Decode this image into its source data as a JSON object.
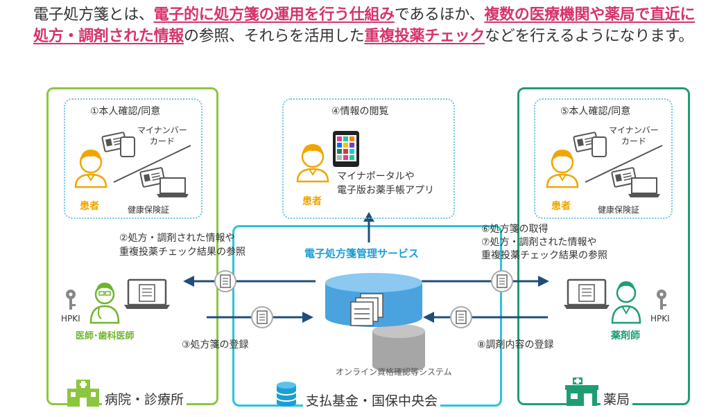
{
  "header": {
    "p1": "電子処方箋とは、",
    "h1": "電子的に処方箋の運用を行う仕組み",
    "p2": "であるほか、",
    "h2": "複数の医療機関や薬局で直近に処方・調剤された情報",
    "p3": "の参照、それらを活用した",
    "h3": "重複投薬チェック",
    "p4": "などを行えるようになります。"
  },
  "hospital": {
    "step1": "①本人確認/同意",
    "mynumber": "マイナンバー\nカード",
    "insurance": "健康保険証",
    "patient": "患者",
    "step2": "②処方・調剤された情報や\n重複投薬チェック結果の参照",
    "hpki": "HPKI",
    "doctor": "医師･歯科医師",
    "step3": "③処方箋の登録",
    "label": "病院・診療所"
  },
  "center": {
    "step4": "④情報の閲覧",
    "portal": "マイナポータルや\n電子版お薬手帳アプリ",
    "patient": "患者",
    "service": "電子処方箋管理サービス",
    "online": "オンライン資格確認等システム",
    "label": "支払基金・国保中央会"
  },
  "pharmacy": {
    "step5": "⑤本人確認/同意",
    "mynumber": "マイナンバー\nカード",
    "insurance": "健康保険証",
    "patient": "患者",
    "step6": "⑥処方箋の取得\n⑦処方・調剤された情報や\n重複投薬チェック結果の参照",
    "hpki": "HPKI",
    "pharmacist": "薬剤師",
    "step8": "⑧調剤内容の登録",
    "label": "薬局"
  },
  "colors": {
    "highlight": "#d6336c",
    "hospital_green": "#8cc63f",
    "pharmacy_green": "#1e9e70",
    "fund_cyan": "#29c4d8",
    "arrow_navy": "#1f4e79",
    "patient_orange": "#f0a500"
  }
}
